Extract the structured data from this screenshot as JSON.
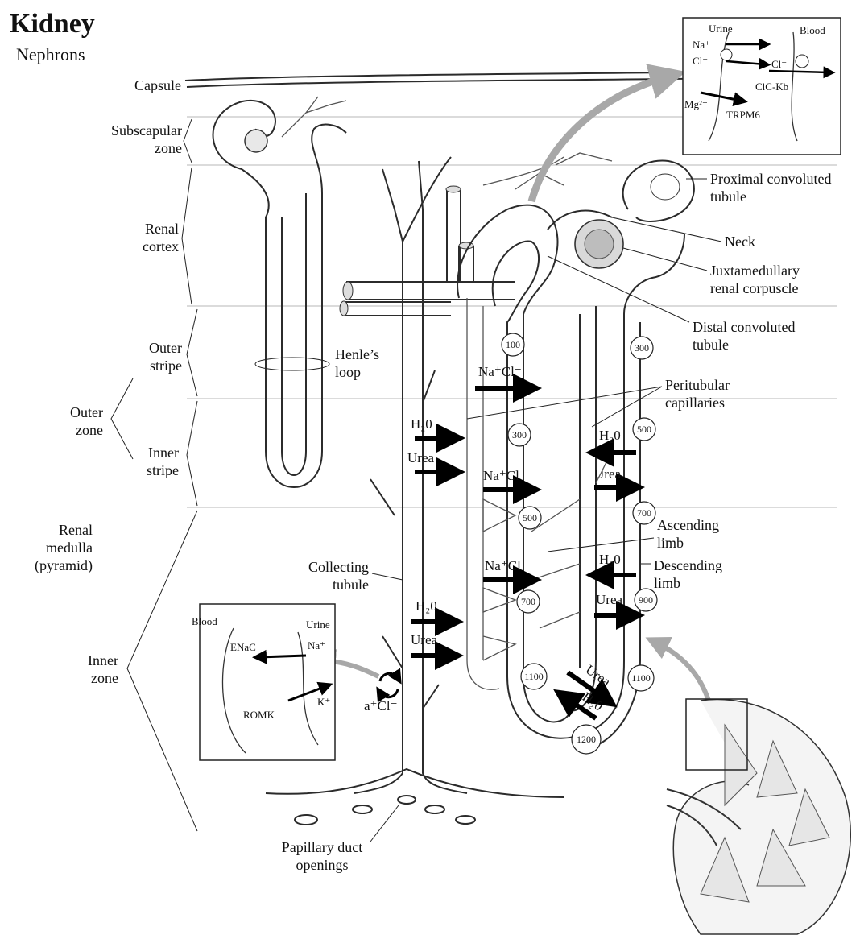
{
  "header": {
    "title": "Kidney",
    "subtitle": "Nephrons"
  },
  "zones": {
    "capsule": "Capsule",
    "subscapular_1": "Subscapular",
    "subscapular_2": "zone",
    "cortex_1": "Renal",
    "cortex_2": "cortex",
    "outer_stripe_1": "Outer",
    "outer_stripe_2": "stripe",
    "outer_zone_1": "Outer",
    "outer_zone_2": "zone",
    "inner_stripe_1": "Inner",
    "inner_stripe_2": "stripe",
    "medulla_1": "Renal",
    "medulla_2": "medulla",
    "medulla_3": "(pyramid)",
    "inner_zone_1": "Inner",
    "inner_zone_2": "zone"
  },
  "labels": {
    "henle_1": "Henle’s",
    "henle_2": "loop",
    "collecting_1": "Collecting",
    "collecting_2": "tubule",
    "papillary_1": "Papillary duct",
    "papillary_2": "openings",
    "pct_1": "Proximal convoluted",
    "pct_2": "tubule",
    "neck": "Neck",
    "juxta_1": "Juxtamedullary",
    "juxta_2": "renal corpuscle",
    "dct_1": "Distal convoluted",
    "dct_2": "tubule",
    "peri_1": "Peritubular",
    "peri_2": "capillaries",
    "asc_1": "Ascending",
    "asc_2": "limb",
    "desc_1": "Descending",
    "desc_2": "limb"
  },
  "flows": {
    "nacl_1": "Na⁺Cl⁻",
    "nacl_2": "Na⁺Cl",
    "nacl_3": "Na⁺Cl",
    "h2o_left_1": "H₂0",
    "urea_left_1": "Urea",
    "h2o_left_2": "H₂0",
    "urea_left_2": "Urea",
    "h2o_right_1": "H₂0",
    "urea_right_1": "Urea",
    "h2o_right_2": "H₂0",
    "urea_right_2": "Urea",
    "urea_bottom": "Urea",
    "h2o_bottom": "H₂0",
    "acl": "a⁺Cl⁻"
  },
  "osmolarity": [
    "100",
    "300",
    "500",
    "700",
    "1100",
    "1200",
    "300",
    "500",
    "700",
    "900",
    "1100"
  ],
  "inset_top": {
    "urine": "Urine",
    "blood": "Blood",
    "na": "Na⁺",
    "cl": "Cl⁻",
    "cl2": "Cl⁻",
    "clckb": "ClC-Kb",
    "mg": "Mg²⁺",
    "trpm6": "TRPM6"
  },
  "inset_bottom": {
    "blood": "Blood",
    "urine": "Urine",
    "enac": "ENaC",
    "na": "Na⁺",
    "k": "K⁺",
    "romk": "ROMK"
  },
  "colors": {
    "ink": "#111111",
    "grid_line": "#cfcfcf",
    "callout_arrow": "#a8a8a8"
  }
}
